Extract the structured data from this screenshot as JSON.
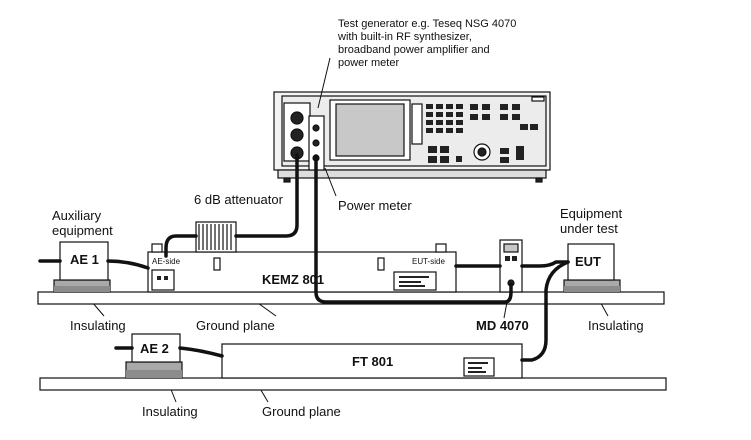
{
  "generator": {
    "description": "Test generator e.g. Teseq NSG 4070\nwith built-in RF synthesizer,\nbroadband power amplifier and\npower meter"
  },
  "labels": {
    "attenuator": "6 dB attenuator",
    "power_meter": "Power meter",
    "auxiliary_equipment": "Auxiliary\nequipment",
    "equipment_under_test": "Equipment\nunder test",
    "ae1": "AE 1",
    "ae2": "AE 2",
    "eut": "EUT",
    "kemz": "KEMZ 801",
    "ae_side": "AE-side",
    "eut_side": "EUT-side",
    "ft801": "FT 801",
    "md4070": "MD 4070",
    "insulating_left_top": "Insulating",
    "insulating_right_top": "Insulating",
    "insulating_bottom": "Insulating",
    "ground_plane_top": "Ground plane",
    "ground_plane_bottom": "Ground plane"
  },
  "colors": {
    "line": "#111111",
    "insulator_fill": "#a9a9a9",
    "screen_fill": "#c8c8c8",
    "device_fill": "#f4f4f4"
  }
}
